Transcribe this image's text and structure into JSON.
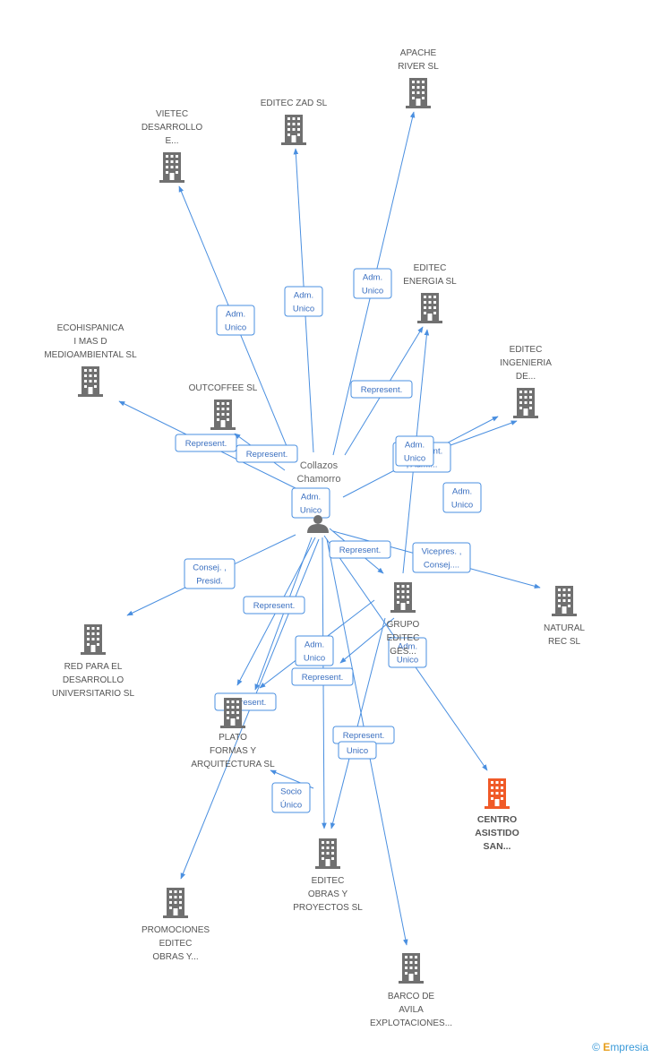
{
  "center_person": {
    "name_lines": [
      "Collazos",
      "Chamorro"
    ]
  },
  "companies": [
    {
      "id": "apache",
      "lines": [
        "APACHE",
        "RIVER  SL"
      ],
      "highlight": false
    },
    {
      "id": "editec_zad",
      "lines": [
        "EDITEC ZAD SL"
      ],
      "highlight": false
    },
    {
      "id": "vietec",
      "lines": [
        "VIETEC",
        "DESARROLLO",
        "E..."
      ],
      "highlight": false
    },
    {
      "id": "editec_energia",
      "lines": [
        "EDITEC",
        "ENERGIA SL"
      ],
      "highlight": false
    },
    {
      "id": "ecohispanica",
      "lines": [
        "ECOHISPANICA",
        "I MAS D",
        "MEDIOAMBIENTAL SL"
      ],
      "highlight": false
    },
    {
      "id": "outcoffee",
      "lines": [
        "OUTCOFFEE  SL"
      ],
      "highlight": false
    },
    {
      "id": "editec_ingenieria",
      "lines": [
        "EDITEC",
        "INGENIERIA",
        "DE..."
      ],
      "highlight": false
    },
    {
      "id": "natural_rec",
      "lines": [
        "NATURAL",
        "REC  SL"
      ],
      "highlight": false
    },
    {
      "id": "grupo_editec",
      "lines": [
        "GRUPO",
        "EDITEC",
        "GES..."
      ],
      "highlight": false
    },
    {
      "id": "red_desarrollo",
      "lines": [
        "RED PARA EL",
        "DESARROLLO",
        "UNIVERSITARIO SL"
      ],
      "highlight": false
    },
    {
      "id": "plato",
      "lines": [
        "PLATO",
        "FORMAS Y",
        "ARQUITECTURA SL"
      ],
      "highlight": false
    },
    {
      "id": "centro",
      "lines": [
        "CENTRO",
        "ASISTIDO",
        "SAN..."
      ],
      "highlight": true
    },
    {
      "id": "editec_obras",
      "lines": [
        "EDITEC",
        "OBRAS Y",
        "PROYECTOS SL"
      ],
      "highlight": false
    },
    {
      "id": "promociones",
      "lines": [
        "PROMOCIONES",
        "EDITEC",
        "OBRAS Y..."
      ],
      "highlight": false
    },
    {
      "id": "barco",
      "lines": [
        "BARCO DE",
        "AVILA",
        "EXPLOTACIONES..."
      ],
      "highlight": false
    }
  ],
  "edge_labels": [
    {
      "id": "l_apache",
      "lines": [
        "Adm.",
        "Unico"
      ]
    },
    {
      "id": "l_zad",
      "lines": [
        "Adm.",
        "Unico"
      ]
    },
    {
      "id": "l_vietec",
      "lines": [
        "Adm.",
        "Unico"
      ]
    },
    {
      "id": "l_energia",
      "lines": [
        "Represent."
      ]
    },
    {
      "id": "l_eco",
      "lines": [
        "Represent."
      ]
    },
    {
      "id": "l_outcoffee",
      "lines": [
        "Represent."
      ]
    },
    {
      "id": "l_ing_a",
      "lines": [
        "Represent.",
        ", Adm...."
      ]
    },
    {
      "id": "l_ing_b",
      "lines": [
        "Adm.",
        "Unico"
      ]
    },
    {
      "id": "l_ing_c",
      "lines": [
        "Adm.",
        "Unico"
      ]
    },
    {
      "id": "l_center",
      "lines": [
        "Adm.",
        "Unico"
      ]
    },
    {
      "id": "l_grupo",
      "lines": [
        "Represent."
      ]
    },
    {
      "id": "l_natural",
      "lines": [
        "Vicepres. ,",
        "Consej...."
      ]
    },
    {
      "id": "l_red",
      "lines": [
        "Consej. ,",
        "Presid."
      ]
    },
    {
      "id": "l_plato_a",
      "lines": [
        "Represent."
      ]
    },
    {
      "id": "l_plato_b",
      "lines": [
        "Adm.",
        "Unico"
      ]
    },
    {
      "id": "l_plato_c",
      "lines": [
        "Represent."
      ]
    },
    {
      "id": "l_plato_d",
      "lines": [
        "Represent."
      ]
    },
    {
      "id": "l_centro",
      "lines": [
        "Adm.",
        "Unico"
      ]
    },
    {
      "id": "l_obras_a",
      "lines": [
        "Represent."
      ]
    },
    {
      "id": "l_obras_b",
      "lines": [
        "Unico"
      ]
    },
    {
      "id": "l_socio",
      "lines": [
        "Socio",
        "Único"
      ]
    }
  ],
  "watermark": {
    "symbol": "©",
    "brand_initial": "E",
    "brand_rest": "mpresia"
  },
  "colors": {
    "edge": "#4a8fe0",
    "building": "#707070",
    "building_highlight": "#f05a28",
    "label_text": "#3a6fc0"
  }
}
